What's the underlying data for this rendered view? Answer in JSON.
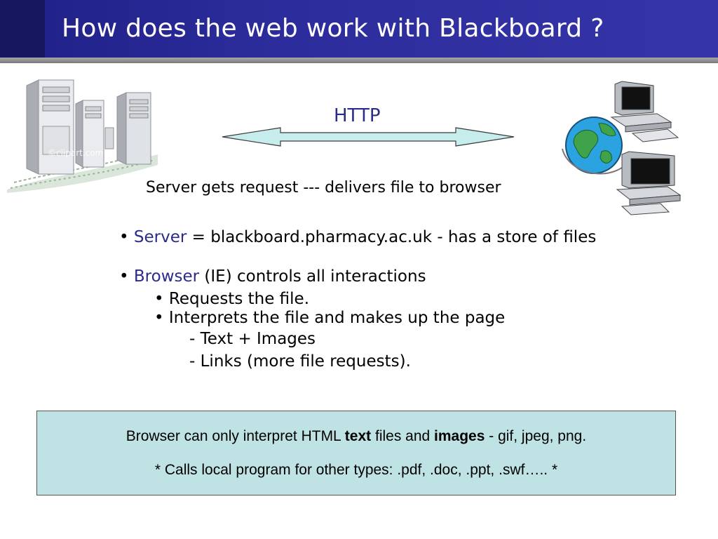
{
  "slide": {
    "title": "How does the web work with Blackboard ?"
  },
  "diagram": {
    "http_label": "HTTP",
    "server_caption": "Server gets request --- delivers file to browser",
    "server_art_watermark": "©clipart.com"
  },
  "bullets": {
    "server": {
      "bullet": "•",
      "term": "Server",
      "rest": " = blackboard.pharmacy.ac.uk - has a store of files"
    },
    "browser": {
      "bullet": "•",
      "term": "Browser",
      "rest": " (IE) controls all interactions"
    },
    "sub": [
      {
        "bullet": "•",
        "text": "Requests the file."
      },
      {
        "bullet": "•",
        "text": "Interprets the file and makes up the page"
      }
    ],
    "subsub": [
      "- Text + Images",
      "- Links  (more file requests)."
    ]
  },
  "info_box": {
    "line1_a": "Browser can only interpret HTML ",
    "line1_b": "text",
    "line1_c": " files and ",
    "line1_d": "images",
    "line1_e": " - gif,  jpeg,  png.",
    "line2": "* Calls local program for other types:  .pdf, .doc, .ppt, .swf….. *"
  },
  "colors": {
    "title_bar": "#2c2c9c",
    "accent_text": "#2b2b8c",
    "box_fill": "#bfe3e5",
    "arrow_fill": "#c6ecec"
  },
  "icons": {
    "left": "server-cluster-illustration",
    "right": "networked-computers-globe-illustration"
  }
}
